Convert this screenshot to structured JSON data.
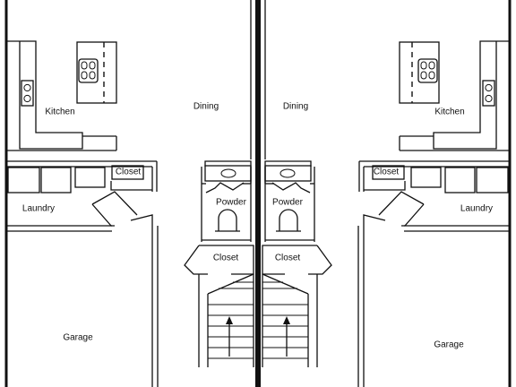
{
  "rooms": {
    "kitchen": "Kitchen",
    "dining": "Dining",
    "closet": "Closet",
    "laundry": "Laundry",
    "powder": "Powder",
    "garage": "Garage"
  }
}
